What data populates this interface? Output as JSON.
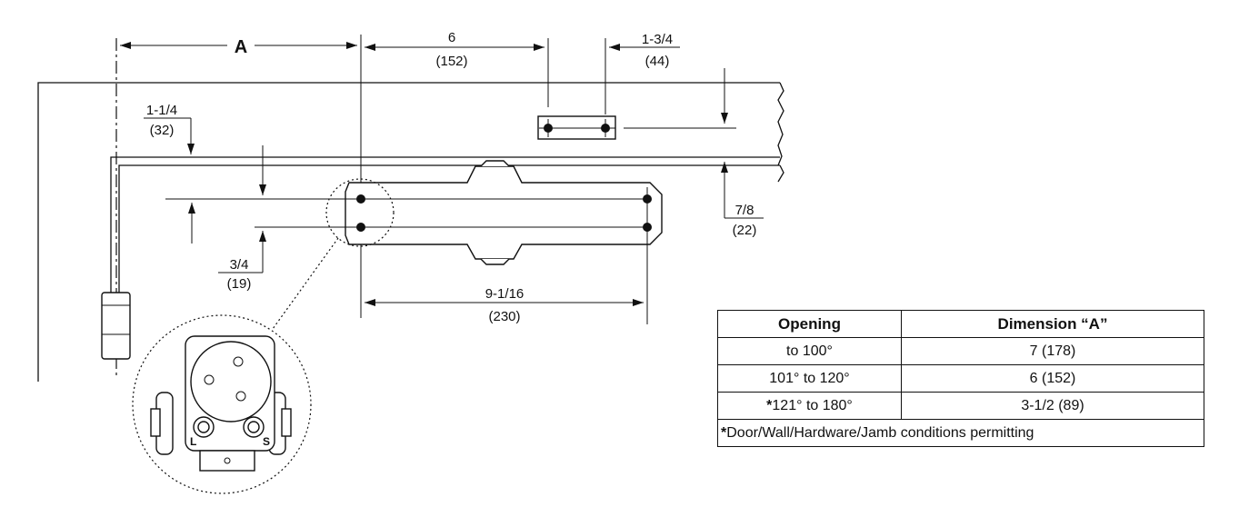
{
  "dimensions": {
    "a_label": "A",
    "d6_in": "6",
    "d6_mm": "(152)",
    "d134_in": "1-3/4",
    "d134_mm": "(44)",
    "d114_in": "1-1/4",
    "d114_mm": "(32)",
    "d78_in": "7/8",
    "d78_mm": "(22)",
    "d34_in": "3/4",
    "d34_mm": "(19)",
    "d9116_in": "9-1/16",
    "d9116_mm": "(230)"
  },
  "detail": {
    "label_l": "L",
    "label_s": "S"
  },
  "table": {
    "headers": [
      "Opening",
      "Dimension “A”"
    ],
    "rows": [
      {
        "opening": "to 100°",
        "dimension": "7 (178)"
      },
      {
        "opening": "101° to 120°",
        "dimension": "6 (152)"
      },
      {
        "opening": "121° to 180°",
        "dimension": "3-1/2 (89)",
        "asterisk": "*"
      }
    ],
    "footnote_mark": "*",
    "footnote": "Door/Wall/Hardware/Jamb conditions permitting"
  }
}
